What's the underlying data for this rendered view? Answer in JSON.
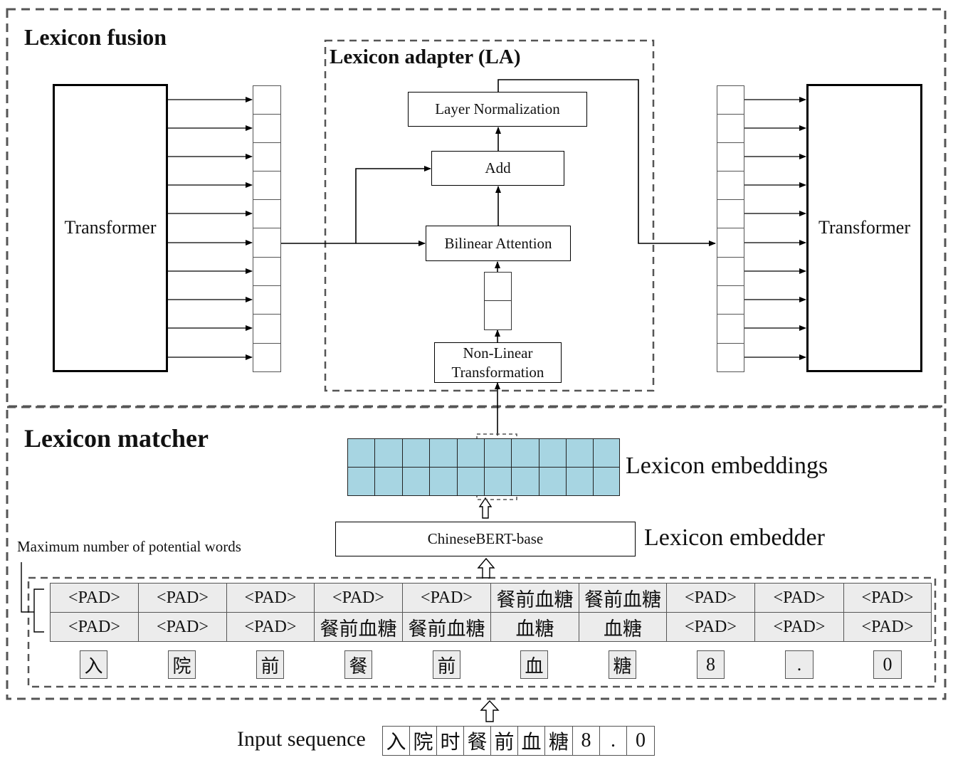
{
  "sections": {
    "lexicon_fusion": "Lexicon fusion",
    "lexicon_adapter": "Lexicon adapter (LA)",
    "lexicon_matcher": "Lexicon matcher"
  },
  "nodes": {
    "transformer_left": "Transformer",
    "transformer_right": "Transformer",
    "layer_normalization": "Layer Normalization",
    "add": "Add",
    "bilinear_attention": "Bilinear Attention",
    "non_linear_transformation": "Non-Linear Transformation",
    "chinesebert": "ChineseBERT-base"
  },
  "labels": {
    "lexicon_embeddings": "Lexicon embeddings",
    "lexicon_embedder": "Lexicon embedder",
    "max_words": "Maximum number of potential words",
    "input_sequence": "Input sequence"
  },
  "word_rows": [
    [
      "<PAD>",
      "<PAD>",
      "<PAD>",
      "<PAD>",
      "<PAD>",
      "餐前血糖",
      "餐前血糖",
      "<PAD>",
      "<PAD>",
      "<PAD>"
    ],
    [
      "<PAD>",
      "<PAD>",
      "<PAD>",
      "餐前血糖",
      "餐前血糖",
      "血糖",
      "血糖",
      "<PAD>",
      "<PAD>",
      "<PAD>"
    ]
  ],
  "char_tokens": [
    "入",
    "院",
    "前",
    "餐",
    "前",
    "血",
    "糖",
    "8",
    ".",
    "0"
  ],
  "input_sequence": [
    "入",
    "院",
    "时",
    "餐",
    "前",
    "血",
    "糖",
    "8",
    ".",
    "0"
  ],
  "colors": {
    "embedding_fill": "#a7d5e2",
    "token_fill": "#ececec",
    "dash": "#555555"
  }
}
